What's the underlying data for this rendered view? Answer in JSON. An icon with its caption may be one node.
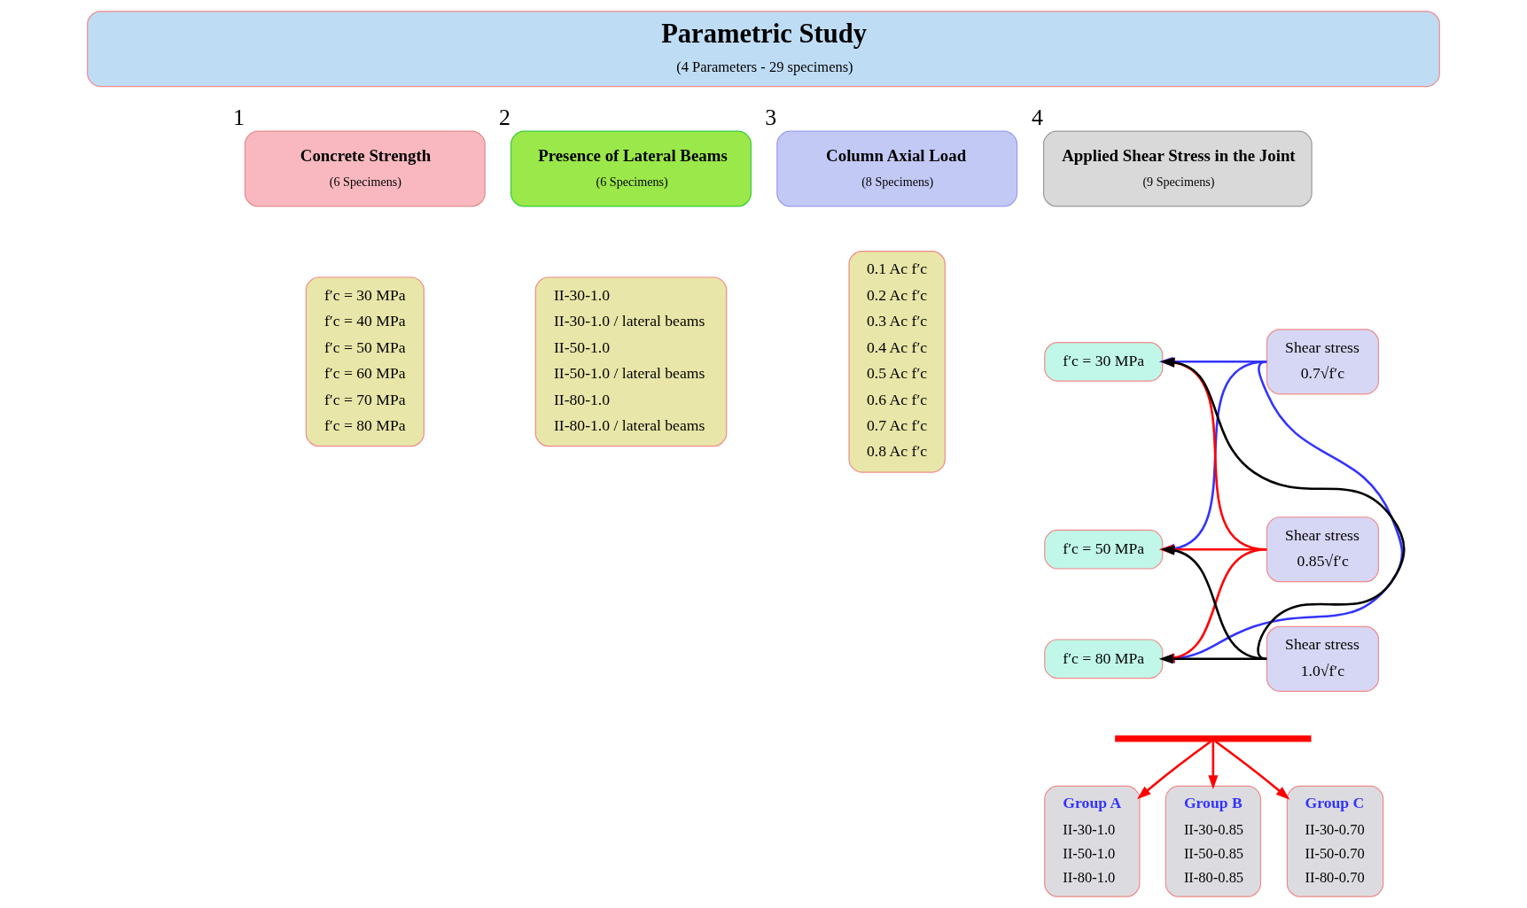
{
  "diagram": {
    "nodes": [
      {
        "text": [
          "Parametric Study",
          "(4 Parameters - 29 specimens)"
        ]
      },
      {
        "text": [
          "Concrete Strength",
          "(6 Specimens)"
        ],
        "beside": [
          "1"
        ]
      },
      {
        "text": [
          "Presence of Lateral Beams",
          "(6 Specimens)"
        ],
        "beside": [
          "2"
        ]
      },
      {
        "text": [
          "Column Axial Load",
          "(8 Specimens)"
        ],
        "beside": [
          "3"
        ]
      },
      {
        "text": [
          "Applied Shear Stress in the Joint",
          "(9 Specimens)"
        ],
        "beside": [
          "4"
        ]
      },
      {
        "text": [
          "f′c = 30 MPa",
          "f′c = 40 MPa",
          "f′c = 50 MPa",
          "f′c = 60 MPa",
          "f′c = 70 MPa",
          "f′c = 80 MPa"
        ]
      },
      {
        "text": [
          "II-30-1.0",
          "II-30-1.0 / lateral beams",
          "II-50-1.0",
          "II-50-1.0 / lateral beams",
          "II-80-1.0",
          "II-80-1.0 / lateral beams"
        ]
      },
      {
        "text": [
          "0.1 Ac f′c",
          "0.2 Ac f′c",
          "0.3 Ac f′c",
          "0.4 Ac f′c",
          "0.5 Ac f′c",
          "0.6 Ac f′c",
          "0.7 Ac f′c",
          "0.8 Ac f′c"
        ]
      },
      {
        "text": [
          "f′c = 30 MPa"
        ]
      },
      {
        "text": [
          "f′c = 50 MPa"
        ]
      },
      {
        "text": [
          "f′c = 80 MPa"
        ]
      },
      {
        "text": [
          "Shear stress",
          "0.7√f′c"
        ]
      },
      {
        "text": [
          "Shear stress",
          "0.85√f′c"
        ]
      },
      {
        "text": [
          "Shear stress",
          "1.0√f′c"
        ]
      },
      {
        "text": [
          "Group A",
          "II-30-1.0",
          "II-50-1.0",
          "II-80-1.0"
        ]
      },
      {
        "text": [
          "Group B",
          "II-30-0.85",
          "II-50-0.85",
          "II-80-0.85"
        ]
      },
      {
        "text": [
          "Group C",
          "II-30-0.70",
          "II-50-0.70",
          "II-80-0.70"
        ]
      },
      {
        "text": [],
        "shape": "bar"
      }
    ],
    "edges": [
      {
        "from": 11,
        "to": 8,
        "arrow": "to",
        "color": "#3333ff"
      },
      {
        "from": 11,
        "to": 9,
        "arrow": "to",
        "color": "#3333ff"
      },
      {
        "from": 11,
        "to": 10,
        "arrow": "to",
        "color": "#3333ff"
      },
      {
        "from": 12,
        "to": 8,
        "arrow": "to",
        "color": "#ff0000"
      },
      {
        "from": 12,
        "to": 9,
        "arrow": "to",
        "color": "#ff0000"
      },
      {
        "from": 12,
        "to": 10,
        "arrow": "to",
        "color": "#ff0000"
      },
      {
        "from": 13,
        "to": 8,
        "arrow": "to",
        "color": "#000000"
      },
      {
        "from": 13,
        "to": 9,
        "arrow": "to",
        "color": "#000000"
      },
      {
        "from": 13,
        "to": 10,
        "arrow": "to",
        "color": "#000000"
      },
      {
        "from": 17,
        "to": 14,
        "arrow": "to",
        "color": "#ff0000"
      },
      {
        "from": 17,
        "to": 15,
        "arrow": "to",
        "color": "#ff0000"
      },
      {
        "from": 17,
        "to": 16,
        "arrow": "to",
        "color": "#ff0000"
      }
    ]
  }
}
